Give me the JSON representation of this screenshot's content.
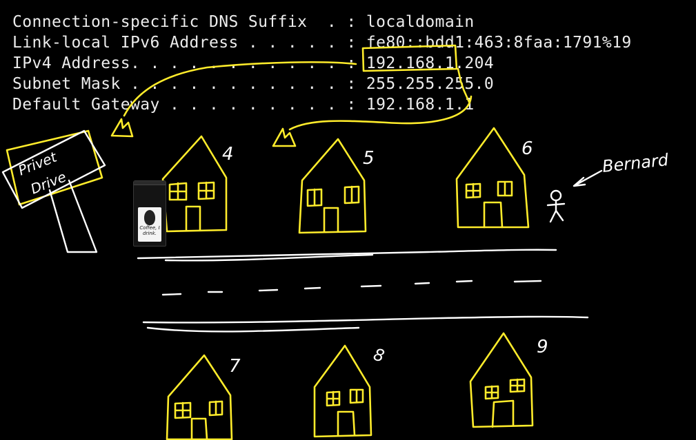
{
  "terminal": {
    "lines": [
      {
        "label": "Connection-specific DNS Suffix  . : ",
        "value": "localdomain"
      },
      {
        "label": "Link-local IPv6 Address . . . . . : ",
        "value": "fe80::bdd1:463:8faa:1791%19"
      },
      {
        "label": "IPv4 Address. . . . . . . . . . . : ",
        "value": "192.168.1.204"
      },
      {
        "label": "Subnet Mask . . . . . . . . . . . : ",
        "value": "255.255.255.0"
      },
      {
        "label": "Default Gateway . . . . . . . . . : ",
        "value": "192.168.1.1"
      }
    ]
  },
  "drawing": {
    "sign_text_line1": "Privet",
    "sign_text_line2": "Drive",
    "house_numbers": [
      "4",
      "5",
      "6",
      "7",
      "8",
      "9"
    ],
    "person_label": "Bernard",
    "coffee_bag_text": "Coffee, I drink."
  },
  "colors": {
    "background": "#000000",
    "terminal_text": "#ececec",
    "highlight_ink": "#ffec2b",
    "sketch_ink": "#ffffff"
  }
}
